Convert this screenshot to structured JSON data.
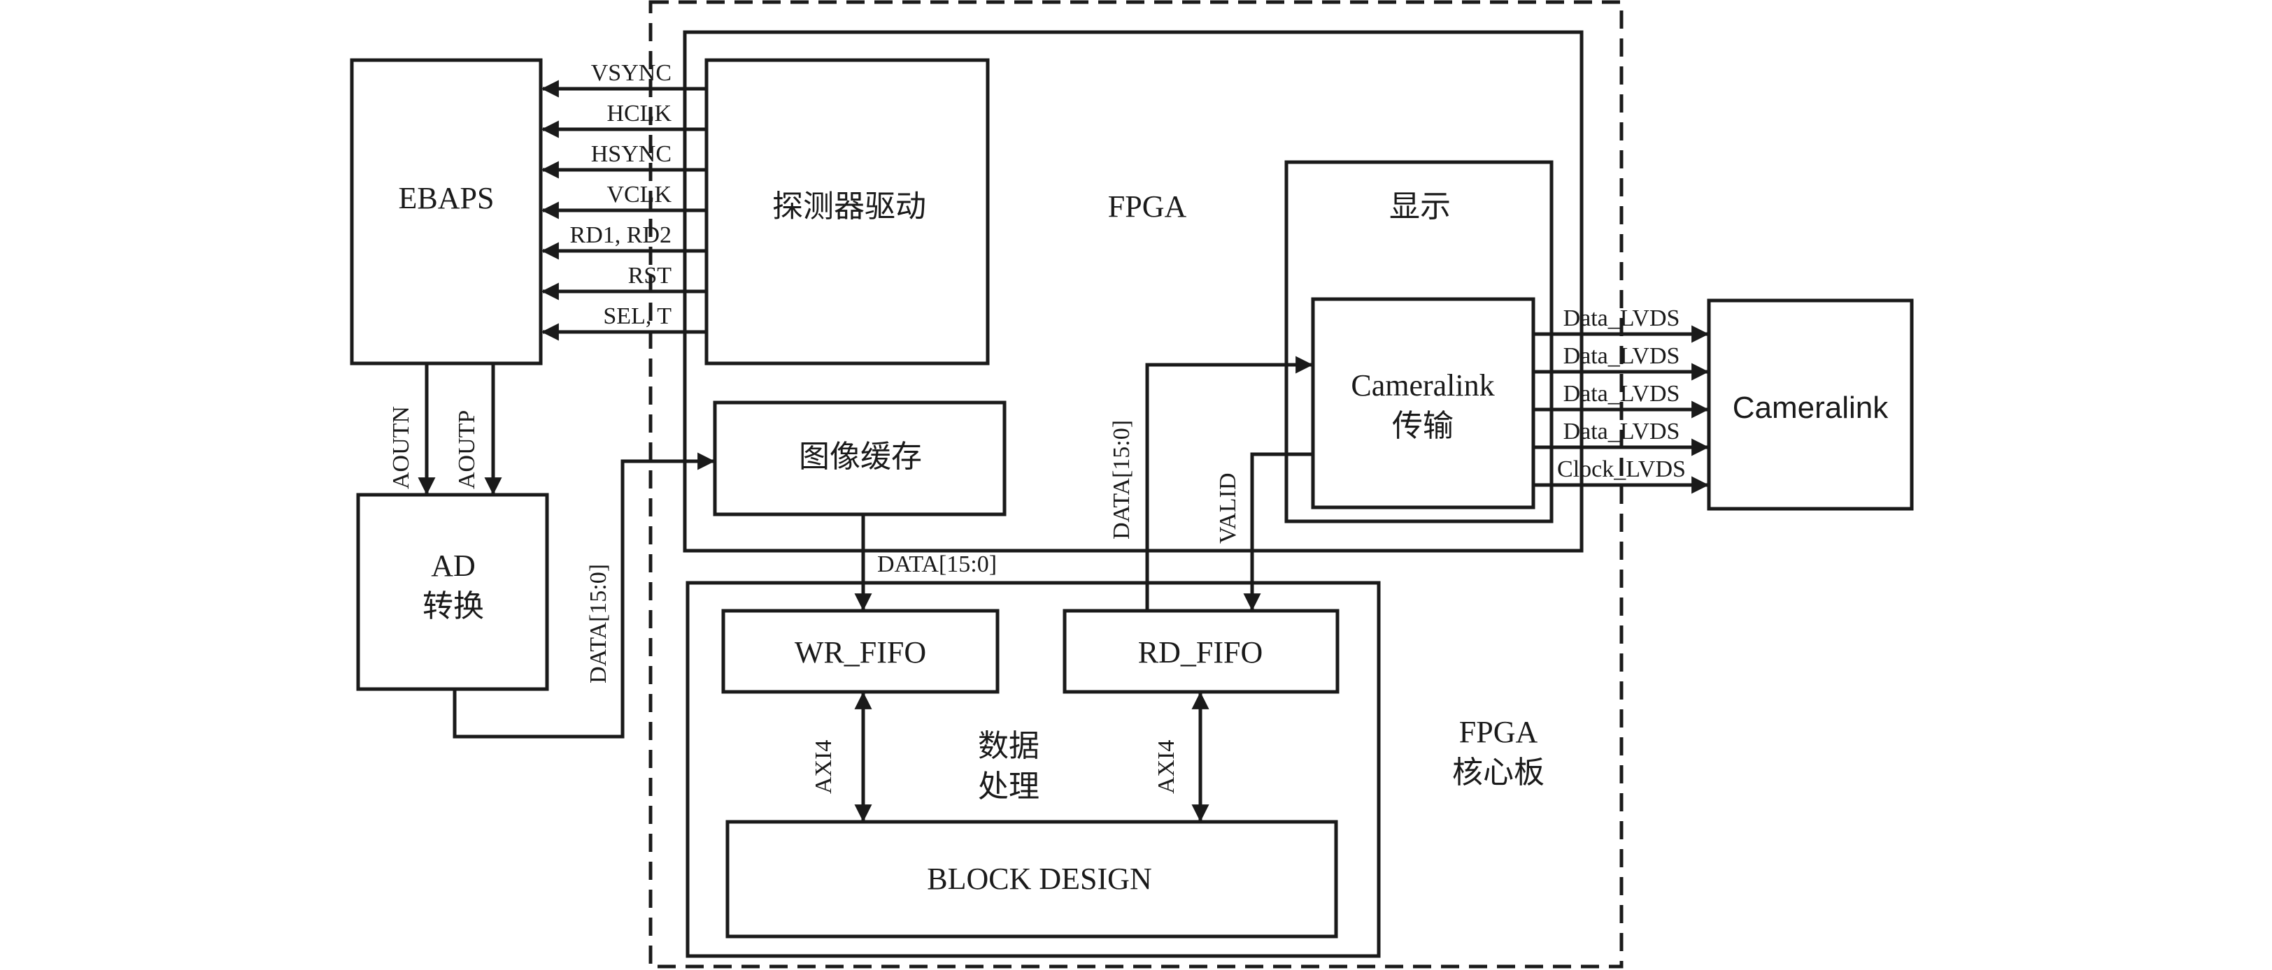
{
  "diagram": {
    "fpga_board_label": [
      "FPGA",
      "核心板"
    ],
    "fpga_label": "FPGA",
    "ebaps": "EBAPS",
    "ad_box": [
      "AD",
      "转换"
    ],
    "detector_driver": "探测器驱动",
    "image_buffer": "图像缓存",
    "display": "显示",
    "cameralink_tx": [
      "Cameralink",
      "传输"
    ],
    "cameralink_out": "Cameralink",
    "wr_fifo": "WR_FIFO",
    "rd_fifo": "RD_FIFO",
    "data_processing": [
      "数据",
      "处理"
    ],
    "block_design": "BLOCK DESIGN",
    "control_signals": [
      "VSYNC",
      "HCLK",
      "HSYNC",
      "VCLK",
      "RD1, RD2",
      "RST",
      "SEL, T"
    ],
    "aoutn": "AOUTN",
    "aoutp": "AOUTP",
    "ad_data": "DATA[15:0]",
    "buffer_data": "DATA[15:0]",
    "rd_data": "DATA[15:0]",
    "valid": "VALID",
    "axi_left": "AXI4",
    "axi_right": "AXI4",
    "lvds_signals": [
      "Data_LVDS",
      "Data_LVDS",
      "Data_LVDS",
      "Data_LVDS",
      "Clock_LVDS"
    ]
  }
}
